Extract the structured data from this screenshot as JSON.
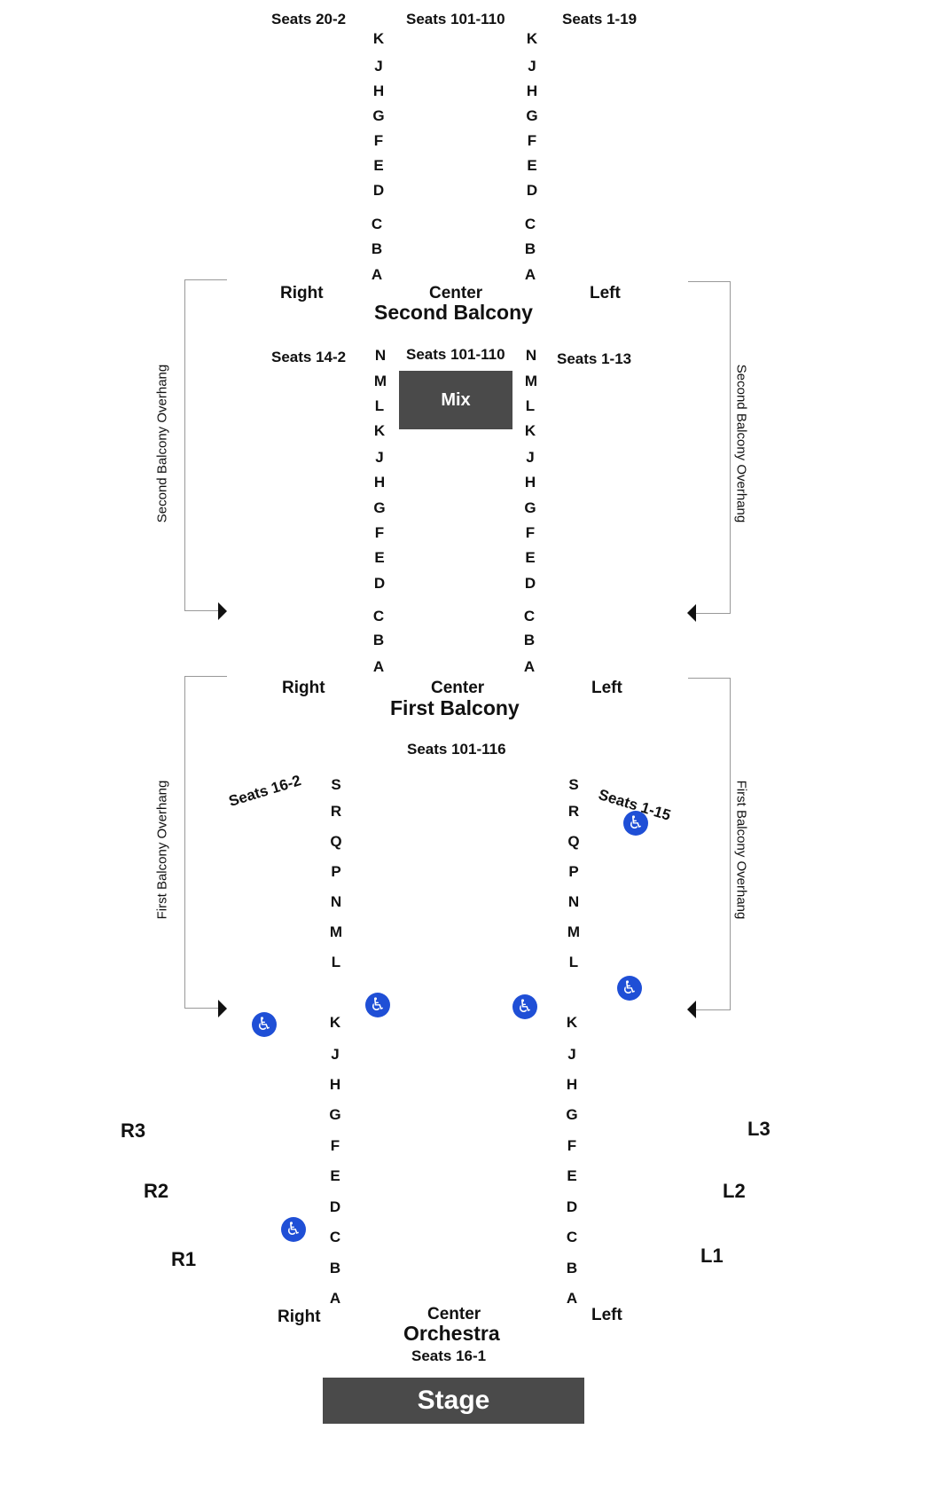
{
  "second_balcony": {
    "seats_right": "Seats 20-2",
    "seats_center": "Seats 101-110",
    "seats_left": "Seats 1-19",
    "rows": [
      "K",
      "J",
      "H",
      "G",
      "F",
      "E",
      "D",
      "C",
      "B",
      "A"
    ],
    "right": "Right",
    "center": "Center",
    "title": "Second Balcony",
    "left": "Left",
    "overhang": "Second Balcony Overhang"
  },
  "first_balcony": {
    "seats_right": "Seats 14-2",
    "seats_center": "Seats 101-110",
    "seats_left": "Seats 1-13",
    "mix": "Mix",
    "rows": [
      "N",
      "M",
      "L",
      "K",
      "J",
      "H",
      "G",
      "F",
      "E",
      "D",
      "C",
      "B",
      "A"
    ],
    "right": "Right",
    "center": "Center",
    "title": "First Balcony",
    "left": "Left",
    "overhang": "First Balcony Overhang"
  },
  "orchestra": {
    "seats_center": "Seats 101-116",
    "seats_right": "Seats 16-2",
    "seats_left": "Seats 1-15",
    "rows_upper": [
      "S",
      "R",
      "Q",
      "P",
      "N",
      "M",
      "L"
    ],
    "rows_lower": [
      "K",
      "J",
      "H",
      "G",
      "F",
      "E",
      "D",
      "C",
      "B",
      "A"
    ],
    "right": "Right",
    "center": "Center",
    "title": "Orchestra",
    "left": "Left",
    "seats_bottom": "Seats 16-1",
    "stage": "Stage",
    "zones_right": [
      "R3",
      "R2",
      "R1"
    ],
    "zones_left": [
      "L3",
      "L2",
      "L1"
    ]
  },
  "icons": {
    "accessible": "wheelchair-icon",
    "overhang_arrow": "arrow-icon"
  },
  "colors": {
    "box": "#4a4a4a",
    "accessible": "#1f4fd6",
    "bracket": "#999999"
  }
}
